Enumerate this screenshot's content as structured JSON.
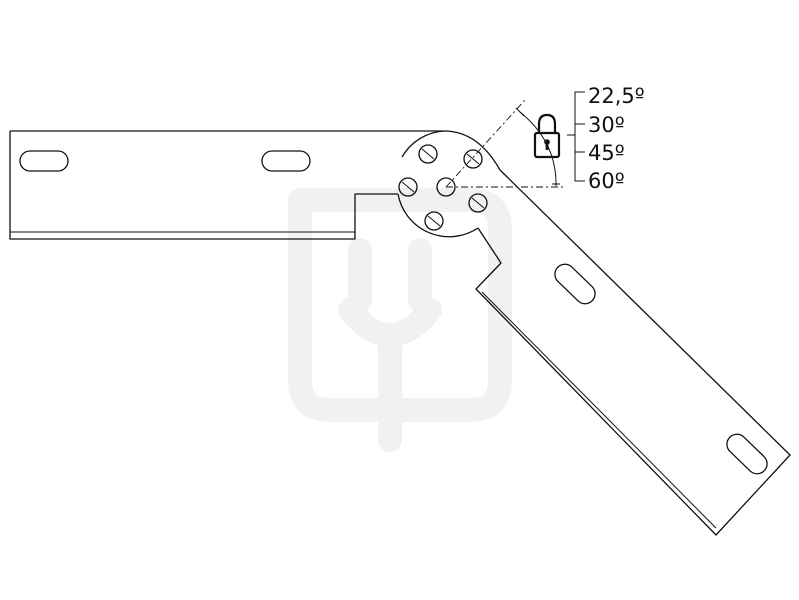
{
  "diagram": {
    "angle_options": [
      "22,5º",
      "30º",
      "45º",
      "60º"
    ],
    "icons": {
      "lock": "padlock-icon",
      "watermark": "plug-logo-watermark"
    }
  }
}
